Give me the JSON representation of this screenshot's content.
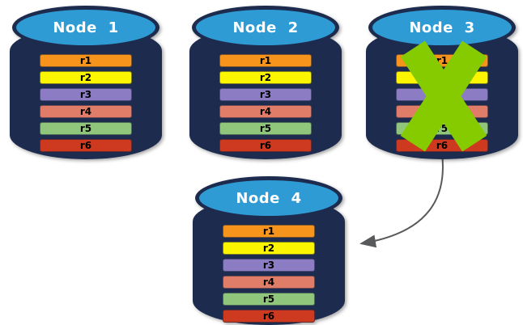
{
  "diagram_type": "database-replication-failover",
  "colors": {
    "cylinder_body": "#1C2B4E",
    "cylinder_top": "#2F9BD5",
    "failure_x": "#85CB00",
    "arrow": "#58595B",
    "background": "#FFFFFF"
  },
  "nodes": [
    {
      "title": "Node 1",
      "status": "active",
      "rows": [
        {
          "label": "r1",
          "color": "#F6941C"
        },
        {
          "label": "r2",
          "color": "#FCF500"
        },
        {
          "label": "r3",
          "color": "#8B7CC3"
        },
        {
          "label": "r4",
          "color": "#E07D68"
        },
        {
          "label": "r5",
          "color": "#90C67C"
        },
        {
          "label": "r6",
          "color": "#CD3A1F"
        }
      ]
    },
    {
      "title": "Node 2",
      "status": "active",
      "rows": [
        {
          "label": "r1",
          "color": "#F6941C"
        },
        {
          "label": "r2",
          "color": "#FCF500"
        },
        {
          "label": "r3",
          "color": "#8B7CC3"
        },
        {
          "label": "r4",
          "color": "#E07D68"
        },
        {
          "label": "r5",
          "color": "#90C67C"
        },
        {
          "label": "r6",
          "color": "#CD3A1F"
        }
      ]
    },
    {
      "title": "Node 3",
      "status": "failed",
      "rows": [
        {
          "label": "r1",
          "color": "#F6941C"
        },
        {
          "label": "r2",
          "color": "#FCF500"
        },
        {
          "label": "r3",
          "color": "#8B7CC3"
        },
        {
          "label": "r4",
          "color": "#E07D68"
        },
        {
          "label": "r5",
          "color": "#90C67C"
        },
        {
          "label": "r6",
          "color": "#CD3A1F"
        }
      ]
    },
    {
      "title": "Node 4",
      "status": "active",
      "rows": [
        {
          "label": "r1",
          "color": "#F6941C"
        },
        {
          "label": "r2",
          "color": "#FCF500"
        },
        {
          "label": "r3",
          "color": "#8B7CC3"
        },
        {
          "label": "r4",
          "color": "#E07D68"
        },
        {
          "label": "r5",
          "color": "#90C67C"
        },
        {
          "label": "r6",
          "color": "#CD3A1F"
        }
      ]
    }
  ],
  "failure": {
    "node": "Node 3",
    "icon": "x-mark",
    "color": "#85CB00"
  },
  "arrow": {
    "from": "Node 3",
    "to": "Node 4",
    "color": "#58595B"
  }
}
